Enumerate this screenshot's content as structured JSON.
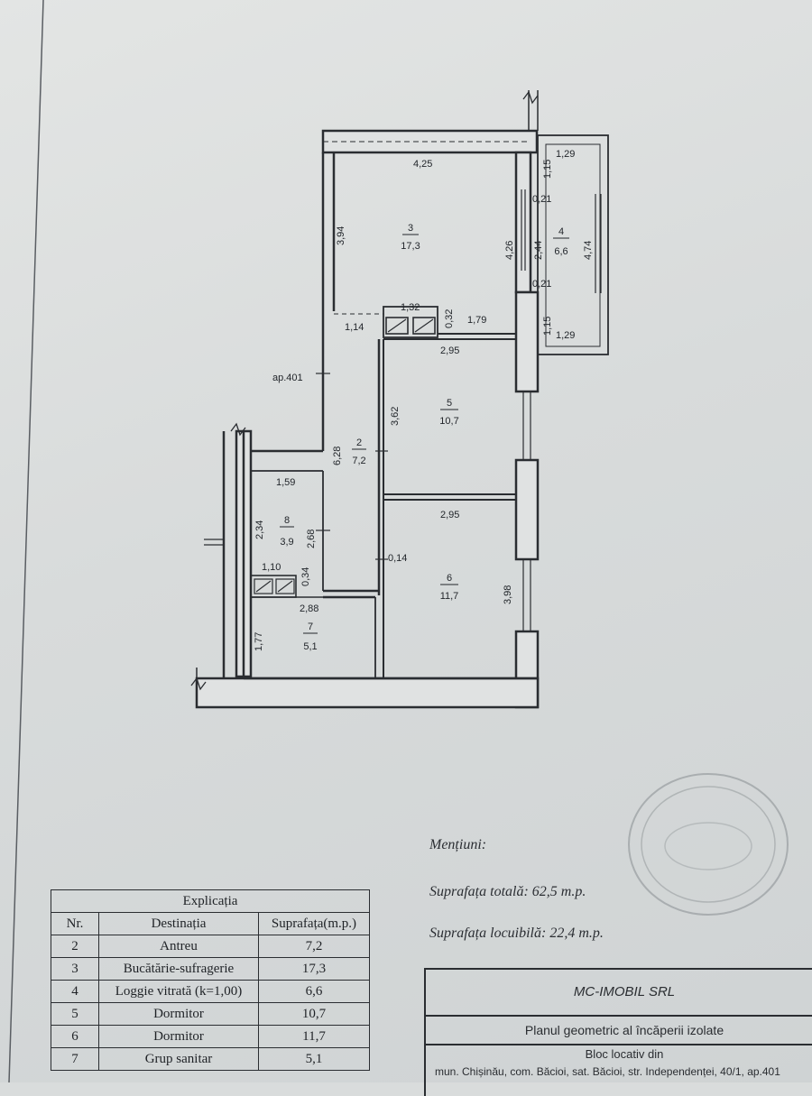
{
  "plan": {
    "apartment_label": "ap.401",
    "rooms": [
      {
        "id": "2",
        "area": "7,2"
      },
      {
        "id": "3",
        "area": "17,3"
      },
      {
        "id": "4",
        "area": "6,6"
      },
      {
        "id": "5",
        "area": "10,7"
      },
      {
        "id": "6",
        "area": "11,7"
      },
      {
        "id": "7",
        "area": "5,1"
      },
      {
        "id": "8",
        "area": "3,9"
      }
    ],
    "dimensions": {
      "d_425": "4,25",
      "d_394": "3,94",
      "d_426": "4,26",
      "d_115a": "1,15",
      "d_129a": "1,29",
      "d_021a": "0,21",
      "d_244": "2,44",
      "d_474": "4,74",
      "d_021b": "0,21",
      "d_132": "1,32",
      "d_032": "0,32",
      "d_114": "1,14",
      "d_179": "1,79",
      "d_115b": "1,15",
      "d_129b": "1,29",
      "d_295a": "2,95",
      "d_362": "3,62",
      "d_628": "6,28",
      "d_159": "1,59",
      "d_234": "2,34",
      "d_268": "2,68",
      "d_295b": "2,95",
      "d_110": "1,10",
      "d_034": "0,34",
      "d_014": "0,14",
      "d_288": "2,88",
      "d_398": "3,98",
      "d_177": "1,77"
    }
  },
  "notes": {
    "heading": "Mențiuni:",
    "total_area": "Suprafața totală: 62,5 m.p.",
    "living_area": "Suprafața locuibilă: 22,4 m.p."
  },
  "legend": {
    "title": "Explicația",
    "headers": [
      "Nr.",
      "Destinația",
      "Suprafața(m.p.)"
    ],
    "rows": [
      {
        "nr": "2",
        "dest": "Antreu",
        "area": "7,2"
      },
      {
        "nr": "3",
        "dest": "Bucătărie-sufragerie",
        "area": "17,3"
      },
      {
        "nr": "4",
        "dest": "Loggie vitrată (k=1,00)",
        "area": "6,6"
      },
      {
        "nr": "5",
        "dest": "Dormitor",
        "area": "10,7"
      },
      {
        "nr": "6",
        "dest": "Dormitor",
        "area": "11,7"
      },
      {
        "nr": "7",
        "dest": "Grup sanitar",
        "area": "5,1"
      }
    ]
  },
  "titleblock": {
    "company": "MC-IMOBIL SRL",
    "title": "Planul geometric al încăperii izolate",
    "address_line1": "Bloc locativ din",
    "address_line2": "mun. Chișinău, com. Băcioi, sat. Băcioi, str. Independenței, 40/1, ap.401"
  }
}
